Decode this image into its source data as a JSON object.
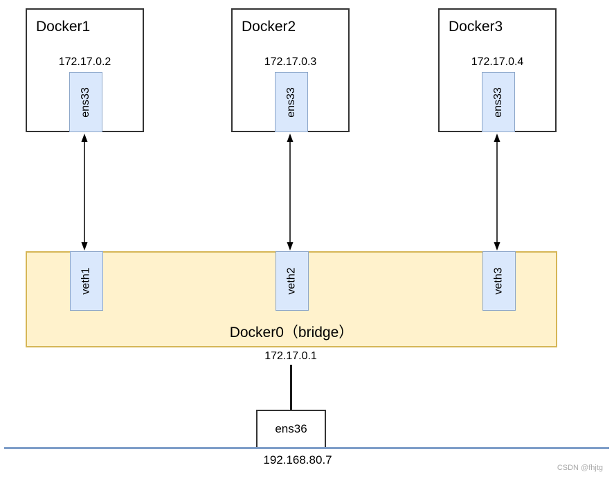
{
  "diagram": {
    "containers": [
      {
        "name": "Docker1",
        "ip": "172.17.0.2",
        "iface": "ens33"
      },
      {
        "name": "Docker2",
        "ip": "172.17.0.3",
        "iface": "ens33"
      },
      {
        "name": "Docker3",
        "ip": "172.17.0.4",
        "iface": "ens33"
      }
    ],
    "bridge": {
      "label": "Docker0（bridge）",
      "ip": "172.17.0.1",
      "veths": [
        {
          "name": "veth1"
        },
        {
          "name": "veth2"
        },
        {
          "name": "veth3"
        }
      ]
    },
    "host": {
      "iface": "ens36",
      "network_ip": "192.168.80.7"
    },
    "watermark": "CSDN @fhjtg",
    "colors": {
      "container_border": "#333333",
      "iface_fill": "#DAE8FC",
      "iface_border": "#8CA6C9",
      "bridge_fill": "#FFF2CC",
      "bridge_border": "#D6B656",
      "network_line": "#7D9DC8",
      "arrow": "#000000",
      "watermark_text": "#AAAAAA"
    }
  }
}
